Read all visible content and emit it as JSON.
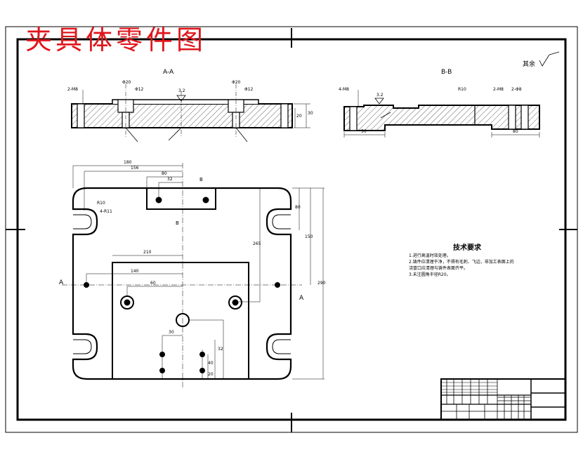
{
  "title": "夹具体零件图",
  "section_aa": "A-A",
  "section_bb": "B-B",
  "roughness_rest": "其余",
  "requirements": {
    "heading": "技术要求",
    "items": [
      "1.进行高温时效处理。",
      "2.铸件应清理干净，不得有毛刺、飞边，非加工表面上的",
      "浇冒口应清理与铸件表面齐平。",
      "3.未注圆角半径R20。"
    ]
  },
  "labels": {
    "view_a_left": "A",
    "view_a_right": "A",
    "view_b_top": "B",
    "view_b_mid": "B"
  },
  "dimensions": {
    "aa_left_holes": "2-M8",
    "aa_phi1": "Φ20",
    "aa_phi2": "Φ12",
    "aa_phi3": "Φ20",
    "aa_phi4": "Φ12",
    "aa_roughness1": "3.2",
    "aa_height": "20",
    "aa_side": "30",
    "bb_left": "4-M8",
    "bb_rough": "3.2",
    "bb_mid": "R10",
    "bb_right1": "2-M8",
    "bb_right2": "2-Φ8",
    "bb_bot_left": "50",
    "bb_bot_right": "80",
    "pv_top1": "180",
    "pv_top2": "156",
    "pv_top3": "80",
    "pv_top4": "32",
    "pv_r1": "R10",
    "pv_r2": "4-R11",
    "pv_right1": "80",
    "pv_right2": "150",
    "pv_right3": "290",
    "pv_inner": "265",
    "pv_mid1": "210",
    "pv_mid2": "140",
    "pv_mid3": "60",
    "pv_low1": "30",
    "pv_low2": "32",
    "pv_low3": "40",
    "pv_low4": "20"
  }
}
